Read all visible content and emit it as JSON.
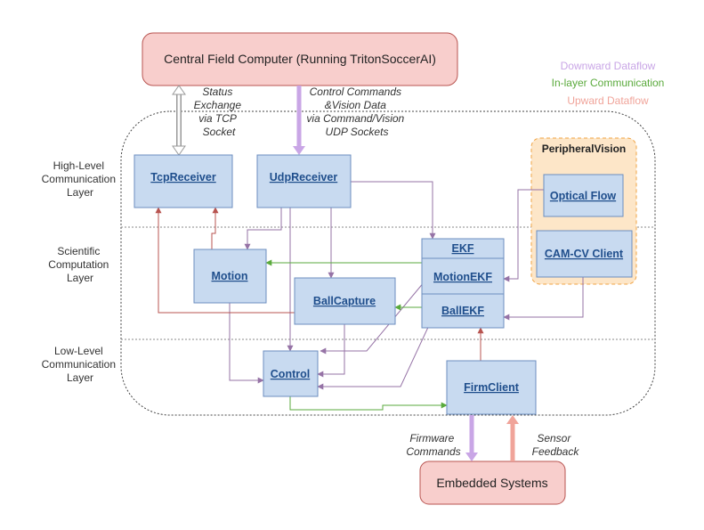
{
  "central": {
    "label": "Central Field Computer (Running TritonSoccerAI)"
  },
  "embedded": {
    "label": "Embedded Systems"
  },
  "legend": [
    {
      "label": "Downward Dataflow",
      "color": "#c9a6e6"
    },
    {
      "label": "In-layer Communication",
      "color": "#5aaa3c"
    },
    {
      "label": "Upward Dataflow",
      "color": "#f0a49a"
    }
  ],
  "layers": {
    "high": [
      "High-Level",
      "Communication",
      "Layer"
    ],
    "sci": [
      "Scientific",
      "Computation",
      "Layer"
    ],
    "low": [
      "Low-Level",
      "Communication",
      "Layer"
    ]
  },
  "annotations": {
    "status": [
      "Status",
      "Exchange",
      "via TCP",
      "Socket"
    ],
    "control": [
      "Control Commands",
      "&Vision Data",
      "via Command/Vision",
      "UDP Sockets"
    ],
    "firmware": [
      "Firmware",
      "Commands"
    ],
    "sensor": [
      "Sensor",
      "Feedback"
    ]
  },
  "peripheral": {
    "title": "PeripheralVision"
  },
  "modules": {
    "tcp": "TcpReceiver",
    "udp": "UdpReceiver",
    "optical": "Optical Flow",
    "camcv": "CAM-CV Client",
    "motion": "Motion",
    "ballcapture": "BallCapture",
    "ekf": "EKF",
    "motionekf": "MotionEKF",
    "ballekf": "BallEKF",
    "control": "Control",
    "firmclient": "FirmClient"
  },
  "colors": {
    "module_fill": "#c8daf0",
    "module_stroke": "#6c8ebf",
    "central_fill": "#f8cecc",
    "central_stroke": "#b85450",
    "peripheral_fill": "#fde6c8",
    "peripheral_stroke": "#f0a445",
    "down_arrow": "#9673a6",
    "in_layer_arrow": "#5aaa3c",
    "up_arrow": "#b85450"
  }
}
